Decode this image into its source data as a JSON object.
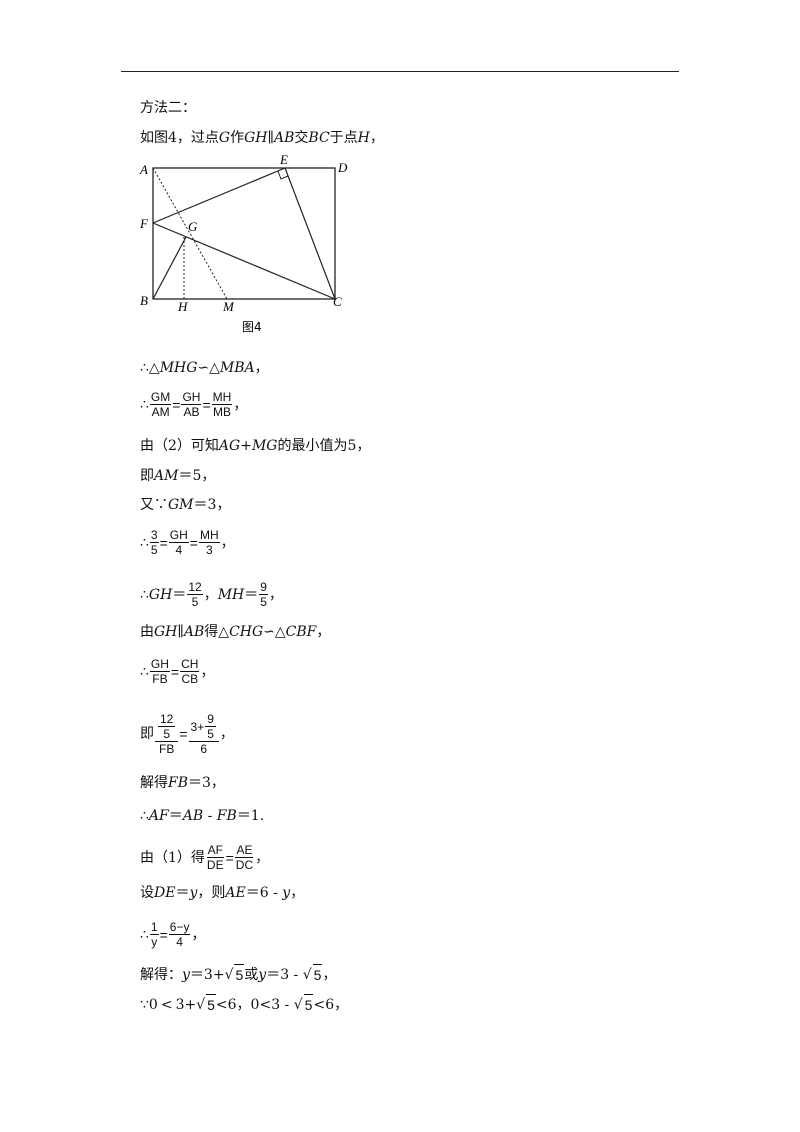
{
  "method_title": "方法二：",
  "line1": {
    "a": "如图4，过点",
    "g": "G",
    "b": "作",
    "gh": "GH",
    "par": "∥",
    "ab": "AB",
    "c": "交",
    "bc": "BC",
    "d": "于点",
    "h": "H",
    "e": "，"
  },
  "figure": {
    "caption": "图4",
    "labels": {
      "A": "A",
      "D": "D",
      "E": "E",
      "F": "F",
      "G": "G",
      "B": "B",
      "H": "H",
      "M": "M",
      "C": "C"
    }
  },
  "l_sim1": {
    "pre": "∴△",
    "t1": "MHG",
    "sim": "∽△",
    "t2": "MBA",
    "post": "，"
  },
  "l_ratio1": {
    "pre": "∴",
    "f1n": "GM",
    "f1d": "AM",
    "f2n": "GH",
    "f2d": "AB",
    "f3n": "MH",
    "f3d": "MB",
    "eq": "=",
    "post": "，"
  },
  "l_min": {
    "a": "由（2）可知",
    "expr": "AG+MG",
    "b": "的最小值为5，"
  },
  "l_am": {
    "a": "即",
    "v": "AM",
    "b": "＝5，"
  },
  "l_gm": {
    "a": "又∵",
    "v": "GM",
    "b": "＝3，"
  },
  "l_ratio2": {
    "pre": "∴",
    "f1n": "3",
    "f1d": "5",
    "f2n": "GH",
    "f2d": "4",
    "f3n": "MH",
    "f3d": "3",
    "eq": "=",
    "post": "，"
  },
  "l_vals": {
    "pre": "∴",
    "gh": "GH",
    "eq": "＝",
    "f1n": "12",
    "f1d": "5",
    "mid": "，",
    "mh": "MH",
    "f2n": "9",
    "f2d": "5",
    "post": "，"
  },
  "l_sim2": {
    "a": "由",
    "gh": "GH",
    "par": "∥",
    "ab": "AB",
    "b": "得△",
    "t1": "CHG",
    "sim": "∽△",
    "t2": "CBF",
    "post": "，"
  },
  "l_ratio3": {
    "pre": "∴",
    "f1n": "GH",
    "f1d": "FB",
    "f2n": "CH",
    "f2d": "CB",
    "eq": "=",
    "post": "，"
  },
  "l_nested": {
    "pre": "即",
    "inn": "12",
    "ind": "5",
    "den1": "FB",
    "plus": "3+",
    "in2n": "9",
    "in2d": "5",
    "den2": "6",
    "eq": "=",
    "post": "，"
  },
  "l_fb": {
    "a": "解得",
    "v": "FB",
    "b": "＝3，"
  },
  "l_af": {
    "pre": "∴",
    "af": "AF",
    "eq": "＝",
    "ab": "AB",
    "minus": " - ",
    "fb": "FB",
    "post": "＝1."
  },
  "l_ratio4": {
    "pre": "由（1）得",
    "f1n": "AF",
    "f1d": "DE",
    "f2n": "AE",
    "f2d": "DC",
    "eq": "=",
    "post": "，"
  },
  "l_set": {
    "a": "设",
    "de": "DE",
    "eq1": "＝",
    "y1": "y",
    "b": "，则",
    "ae": "AE",
    "eq2": "＝6 - ",
    "y2": "y",
    "post": "，"
  },
  "l_ratio5": {
    "pre": "∴",
    "f1n": "1",
    "f1d": "y",
    "f2n": "6−y",
    "f2d": "4",
    "eq": "=",
    "post": "，"
  },
  "l_sol": {
    "a": "解得：",
    "y1": "y",
    "b": "＝3+",
    "r1": "5",
    "c": "或",
    "y2": "y",
    "d": "＝3 - ",
    "r2": "5",
    "post": "，"
  },
  "l_range": {
    "a": "∵0",
    "lt": "<",
    "b": "3+",
    "r1": "5",
    "c": "<6，0<3 - ",
    "r2": "5",
    "d": "<6，"
  }
}
